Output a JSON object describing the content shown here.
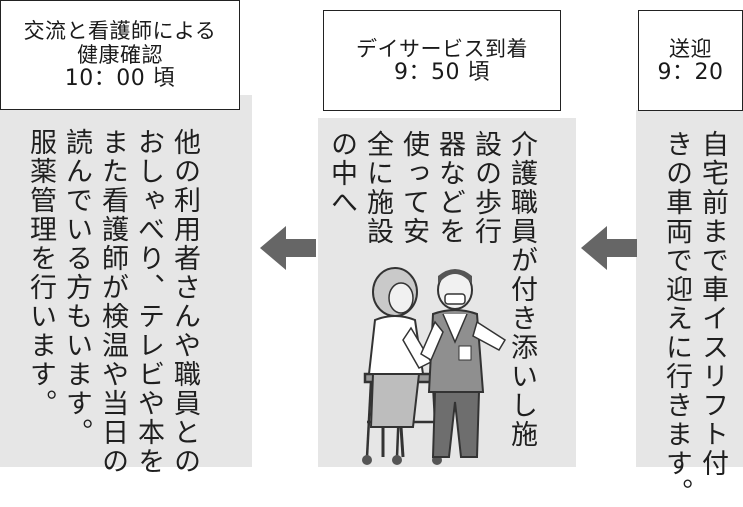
{
  "steps": {
    "right": {
      "title_line1": "送迎",
      "time": "9：20",
      "body": "自宅前まで車イスリフト付\nきの車両で迎えに行きます。"
    },
    "middle": {
      "title_line1": "デイサービス到着",
      "time": "9：50 頃",
      "body": "介護職員が付き添いし施\n設の歩行\n器などを\n使って安\n全に施設\nの中へ"
    },
    "left": {
      "title_line1": "交流と看護師による",
      "title_line2": "健康確認",
      "time": "10：00 頃",
      "body": "他の利用者さんや職員との\nおしゃべり、テレビや本を\nまた看護師が検温や当日の\n読んでいる方もいます。\n服薬管理を行います。"
    }
  },
  "colors": {
    "panel_bg": "#e6e6e6",
    "arrow": "#666666",
    "border": "#222222"
  }
}
